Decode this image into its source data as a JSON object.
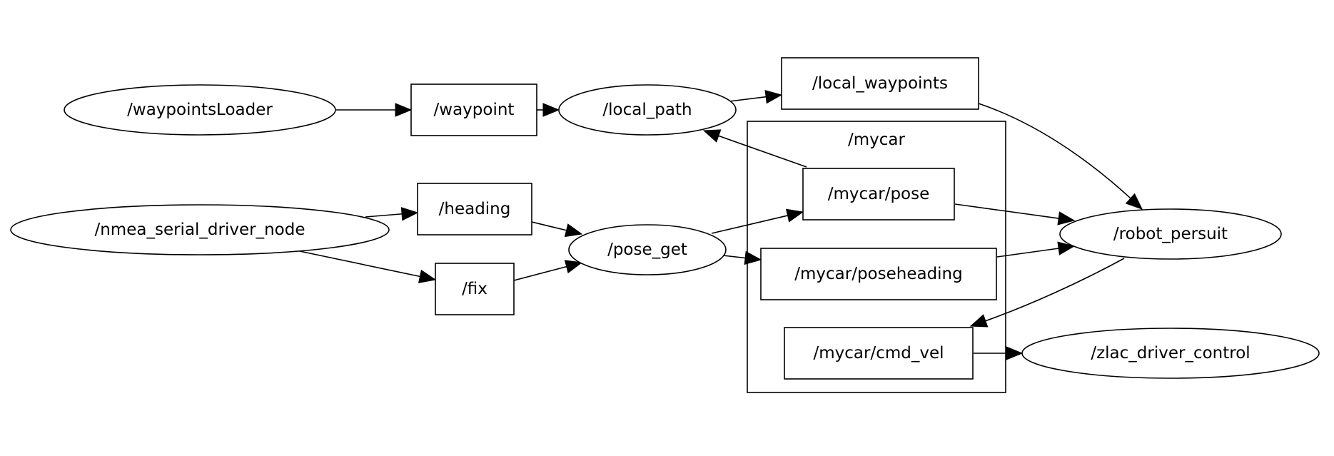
{
  "graph": {
    "clusters": [
      {
        "id": "mycar",
        "label": "/mycar"
      }
    ],
    "nodes": [
      {
        "id": "waypointsLoader",
        "label": "/waypointsLoader",
        "shape": "ellipse"
      },
      {
        "id": "waypoint",
        "label": "/waypoint",
        "shape": "box"
      },
      {
        "id": "local_path",
        "label": "/local_path",
        "shape": "ellipse"
      },
      {
        "id": "local_waypoints",
        "label": "/local_waypoints",
        "shape": "box"
      },
      {
        "id": "nmea_serial_driver_node",
        "label": "/nmea_serial_driver_node",
        "shape": "ellipse"
      },
      {
        "id": "heading",
        "label": "/heading",
        "shape": "box"
      },
      {
        "id": "fix",
        "label": "/fix",
        "shape": "box"
      },
      {
        "id": "pose_get",
        "label": "/pose_get",
        "shape": "ellipse"
      },
      {
        "id": "mycar_pose",
        "label": "/mycar/pose",
        "shape": "box"
      },
      {
        "id": "mycar_poseheading",
        "label": "/mycar/poseheading",
        "shape": "box"
      },
      {
        "id": "mycar_cmd_vel",
        "label": "/mycar/cmd_vel",
        "shape": "box"
      },
      {
        "id": "robot_persuit",
        "label": "/robot_persuit",
        "shape": "ellipse"
      },
      {
        "id": "zlac_driver_control",
        "label": "/zlac_driver_control",
        "shape": "ellipse"
      }
    ],
    "edges": [
      {
        "from": "waypointsLoader",
        "to": "waypoint"
      },
      {
        "from": "waypoint",
        "to": "local_path"
      },
      {
        "from": "local_path",
        "to": "local_waypoints"
      },
      {
        "from": "local_waypoints",
        "to": "robot_persuit"
      },
      {
        "from": "mycar_pose",
        "to": "local_path"
      },
      {
        "from": "nmea_serial_driver_node",
        "to": "heading"
      },
      {
        "from": "nmea_serial_driver_node",
        "to": "fix"
      },
      {
        "from": "heading",
        "to": "pose_get"
      },
      {
        "from": "fix",
        "to": "pose_get"
      },
      {
        "from": "pose_get",
        "to": "mycar_pose"
      },
      {
        "from": "pose_get",
        "to": "mycar_poseheading"
      },
      {
        "from": "mycar_pose",
        "to": "robot_persuit"
      },
      {
        "from": "mycar_poseheading",
        "to": "robot_persuit"
      },
      {
        "from": "robot_persuit",
        "to": "mycar_cmd_vel"
      },
      {
        "from": "mycar_cmd_vel",
        "to": "zlac_driver_control"
      }
    ]
  }
}
